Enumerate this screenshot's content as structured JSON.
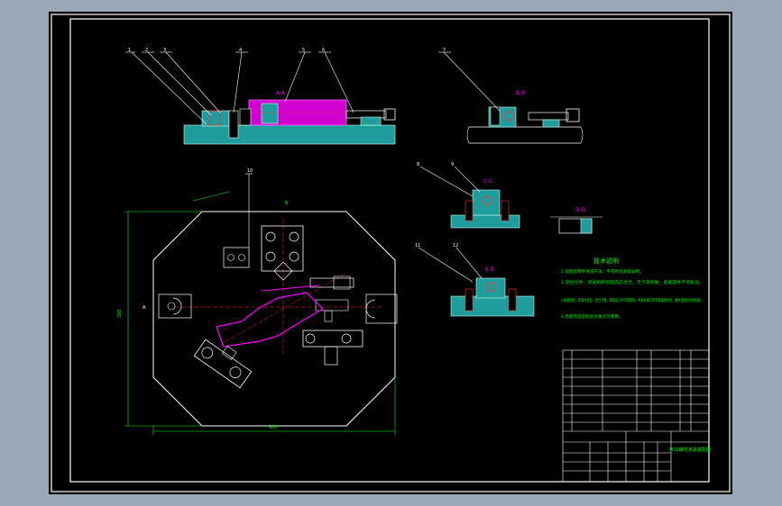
{
  "title_block": {
    "company": "",
    "drawing_title": "M10螺柱夹具装配图"
  },
  "notes": {
    "heading": "技术说明",
    "lines": [
      "1.装配前零件清洗干净，不得有毛刺及异物。",
      "2.定位元件、夹紧机构装配后应灵活，无卡滞现象，各紧固件不得松动。",
      "3.按图装配，夹紧力适当，定位可靠；夹紧后工件不得移动，夹具各部位不得有磕碰划伤，螺纹连接处涂防松胶。",
      "4.装配完成后检验合格方可使用。"
    ]
  },
  "section_labels": {
    "front": "A-A",
    "right": "B-B",
    "mid": "C-C",
    "small": "D-D",
    "lower": "E-E"
  },
  "dimensions": {
    "width": "300",
    "height": "250",
    "left_mark": "A",
    "top_mark": "B"
  },
  "balloons": [
    "1",
    "2",
    "3",
    "4",
    "5",
    "6",
    "7",
    "8",
    "9",
    "10",
    "11",
    "12"
  ],
  "colors": {
    "background": "#000000",
    "frame": "#ffffff",
    "part": "#2aa198",
    "magenta": "#ff00ff",
    "green": "#00ff00",
    "red": "#ff3030",
    "yellow": "#ffff00"
  }
}
